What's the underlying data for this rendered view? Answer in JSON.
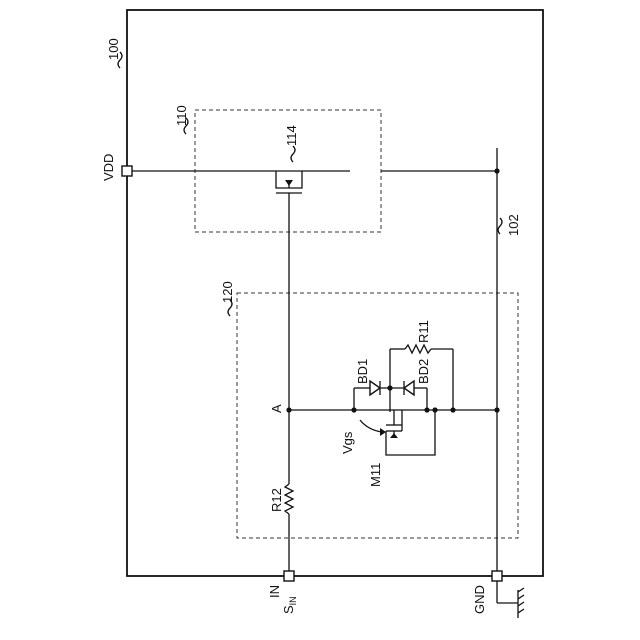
{
  "diagram": {
    "labels": {
      "chip": "100",
      "supply_circuit": "110",
      "transistor": "114",
      "protection_circuit": "120",
      "ground_line": "102",
      "vdd_pin": "VDD",
      "in_pin": "IN",
      "sin_main": "S",
      "sin_sub": "IN",
      "gnd_pin": "GND",
      "node_a": "A",
      "r11": "R11",
      "r12": "R12",
      "bd1": "BD1",
      "bd2": "BD2",
      "m11": "M11",
      "vgs": "Vgs"
    }
  }
}
